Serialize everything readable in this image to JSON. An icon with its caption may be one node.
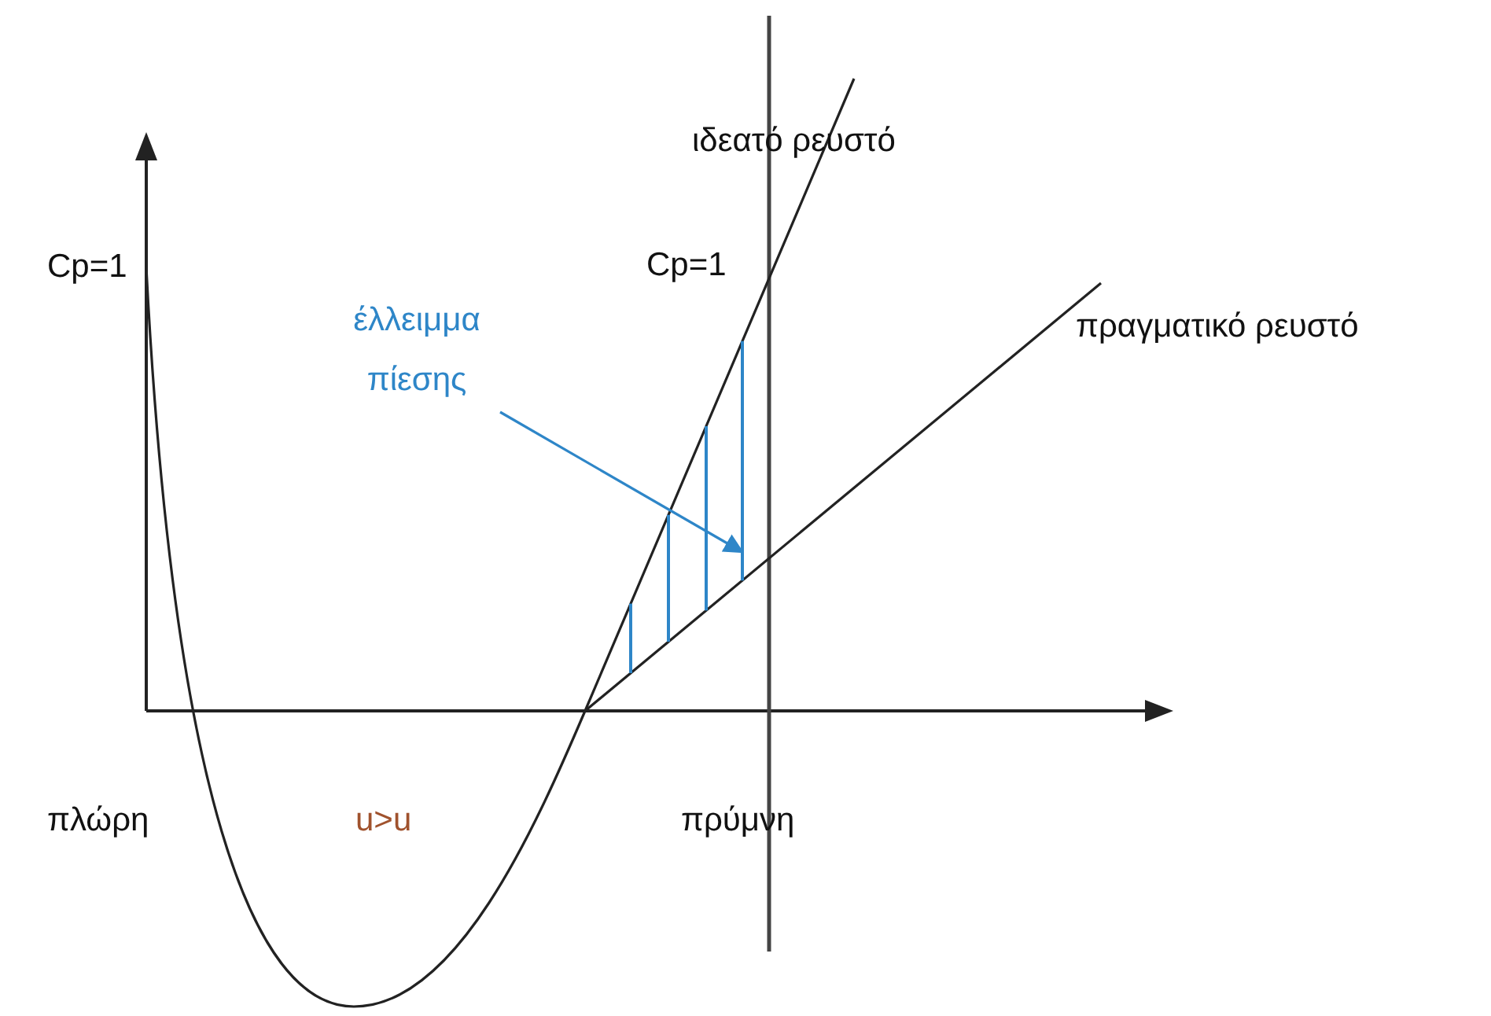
{
  "diagram": {
    "nodes": [
      {
        "text": [
          "έλλειμμα πίεσης"
        ]
      },
      {
        "text": [],
        "shape": "picture"
      }
    ],
    "edges": [
      {
        "from": 0,
        "to": 1,
        "arrow": "to",
        "color": "#2e86c8"
      }
    ],
    "labels": [
      "ιδεατό ρευστό",
      "Cp=1",
      "Cp=1",
      "πραγματικό ρευστό",
      "πλώρη",
      "u>u",
      "πρύμνη"
    ]
  }
}
